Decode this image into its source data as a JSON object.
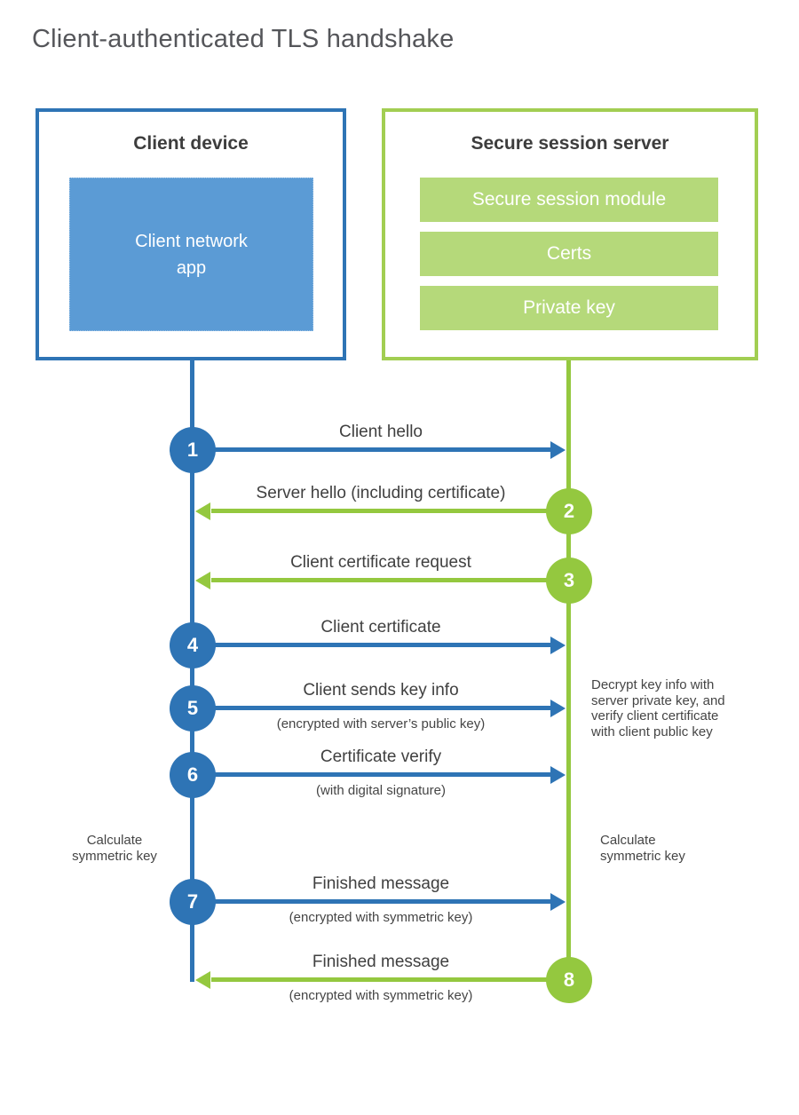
{
  "title": "Client-authenticated TLS handshake",
  "client_box": {
    "heading": "Client device",
    "app_lines": [
      "Client network",
      "app"
    ]
  },
  "server_box": {
    "heading": "Secure session server",
    "modules": [
      "Secure session module",
      "Certs",
      "Private key"
    ]
  },
  "messages": [
    {
      "num": "1",
      "label": "Client hello",
      "direction": "client-to-server",
      "color": "blue"
    },
    {
      "num": "2",
      "label": "Server hello (including certificate)",
      "direction": "server-to-client",
      "color": "green"
    },
    {
      "num": "3",
      "label": "Client certificate request",
      "direction": "server-to-client",
      "color": "green"
    },
    {
      "num": "4",
      "label": "Client certificate",
      "direction": "client-to-server",
      "color": "blue"
    },
    {
      "num": "5",
      "label": "Client sends key info",
      "sub": "(encrypted with server’s public key)",
      "direction": "client-to-server",
      "color": "blue"
    },
    {
      "num": "6",
      "label": "Certificate verify",
      "sub": "(with digital signature)",
      "direction": "client-to-server",
      "color": "blue"
    },
    {
      "num": "7",
      "label": "Finished message",
      "sub": "(encrypted with symmetric key)",
      "direction": "client-to-server",
      "color": "blue"
    },
    {
      "num": "8",
      "label": "Finished message",
      "sub": "(encrypted with symmetric key)",
      "direction": "server-to-client",
      "color": "green"
    }
  ],
  "notes": {
    "server_side": "Decrypt key info with server private key, and verify client certificate with client public key",
    "calculate_left": "Calculate symmetric key",
    "calculate_right": "Calculate symmetric key"
  },
  "colors": {
    "blue": "#2e74b5",
    "blue_fill": "#5b9bd5",
    "green": "#94c83f",
    "green_border": "#a2ce52",
    "green_fill": "#b5d97a"
  }
}
